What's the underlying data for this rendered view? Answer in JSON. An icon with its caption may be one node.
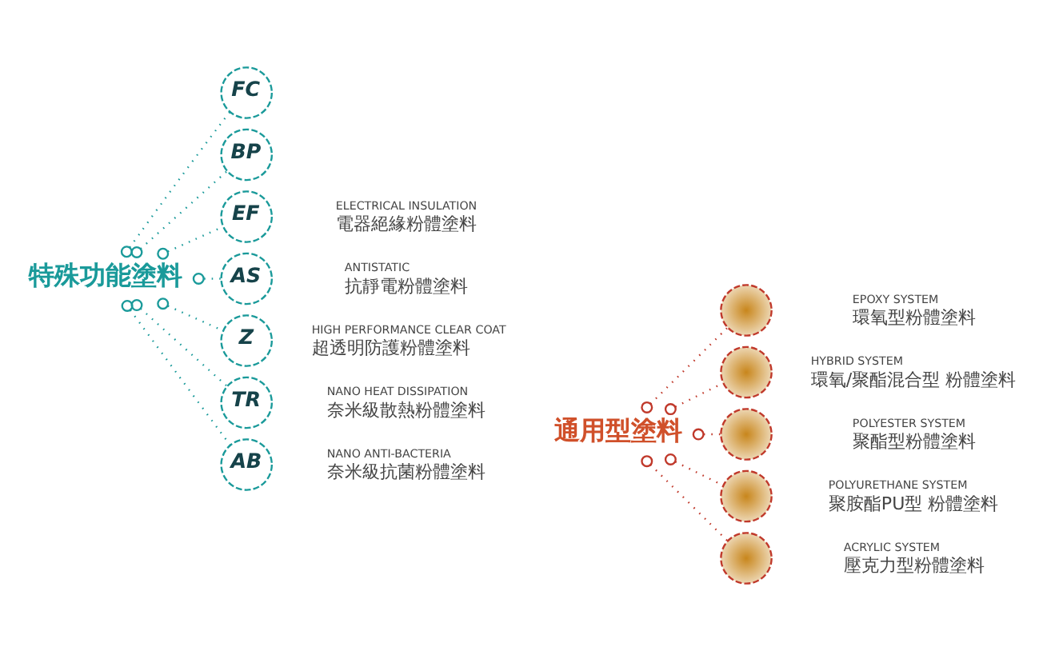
{
  "diagram": {
    "nodes": [
      {
        "text": [
          "特殊功能塗料"
        ]
      },
      {
        "text": [
          "FC"
        ]
      },
      {
        "text": [
          "BP"
        ]
      },
      {
        "text": [
          "EF"
        ],
        "beside": [
          "ELECTRICAL INSULATION",
          "電器絕緣粉體塗料"
        ]
      },
      {
        "text": [
          "AS"
        ],
        "beside": [
          "ANTISTATIC",
          "抗靜電粉體塗料"
        ]
      },
      {
        "text": [
          "Z"
        ],
        "beside": [
          "HIGH PERFORMANCE CLEAR COAT",
          "超透明防護粉體塗料"
        ]
      },
      {
        "text": [
          "TR"
        ],
        "beside": [
          "NANO HEAT DISSIPATION",
          "奈米級散熱粉體塗料"
        ]
      },
      {
        "text": [
          "AB"
        ],
        "beside": [
          "NANO ANTI-BACTERIA",
          "奈米級抗菌粉體塗料"
        ]
      },
      {
        "text": [
          "通用型塗料"
        ]
      },
      {
        "text": [],
        "shape": "circle",
        "beside": [
          "EPOXY SYSTEM",
          "環氧型粉體塗料"
        ]
      },
      {
        "text": [],
        "shape": "circle",
        "beside": [
          "HYBRID SYSTEM",
          "環氧/聚酯混合型 粉體塗料"
        ]
      },
      {
        "text": [],
        "shape": "circle",
        "beside": [
          "POLYESTER SYSTEM",
          "聚酯型粉體塗料"
        ]
      },
      {
        "text": [],
        "shape": "circle",
        "beside": [
          "POLYURETHANE SYSTEM",
          "聚胺酯PU型 粉體塗料"
        ]
      },
      {
        "text": [],
        "shape": "circle",
        "beside": [
          "ACRYLIC SYSTEM",
          "壓克力型粉體塗料"
        ]
      }
    ],
    "edges": [
      {
        "from": 0,
        "to": 1,
        "arrow": "other",
        "style": "dashed",
        "color": "#1a9a9a"
      },
      {
        "from": 0,
        "to": 2,
        "arrow": "other",
        "style": "dashed",
        "color": "#1a9a9a"
      },
      {
        "from": 0,
        "to": 3,
        "arrow": "other",
        "style": "dashed",
        "color": "#1a9a9a"
      },
      {
        "from": 0,
        "to": 4,
        "arrow": "other",
        "style": "dashed",
        "color": "#1a9a9a"
      },
      {
        "from": 0,
        "to": 5,
        "arrow": "other",
        "style": "dashed",
        "color": "#1a9a9a"
      },
      {
        "from": 0,
        "to": 6,
        "arrow": "other",
        "style": "dashed",
        "color": "#1a9a9a"
      },
      {
        "from": 0,
        "to": 7,
        "arrow": "other",
        "style": "dashed",
        "color": "#1a9a9a"
      },
      {
        "from": 8,
        "to": 9,
        "arrow": "other",
        "style": "dashed",
        "color": "#c0392b"
      },
      {
        "from": 8,
        "to": 10,
        "arrow": "other",
        "style": "dashed",
        "color": "#c0392b"
      },
      {
        "from": 8,
        "to": 11,
        "arrow": "other",
        "style": "dashed",
        "color": "#c0392b"
      },
      {
        "from": 8,
        "to": 12,
        "arrow": "other",
        "style": "dashed",
        "color": "#c0392b"
      },
      {
        "from": 8,
        "to": 13,
        "arrow": "other",
        "style": "dashed",
        "color": "#c0392b"
      }
    ]
  }
}
